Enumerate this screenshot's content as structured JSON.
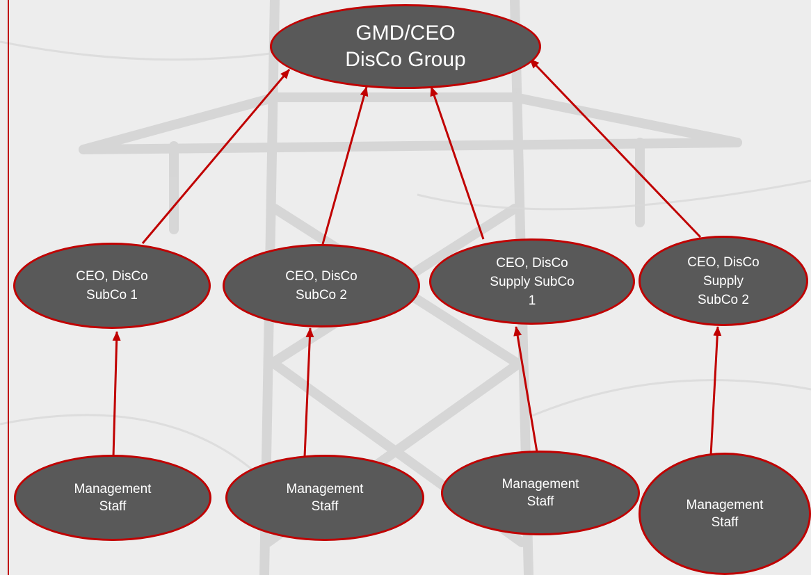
{
  "diagram": {
    "colors": {
      "node_fill": "#595959",
      "node_border": "#c00000",
      "arrow": "#c00000",
      "text": "#ffffff",
      "background": "#ededed"
    },
    "top_node": {
      "label": "GMD/CEO\nDisCo Group"
    },
    "subco_nodes": [
      {
        "label": "CEO, DisCo\nSubCo 1"
      },
      {
        "label": "CEO, DisCo\nSubCo 2"
      },
      {
        "label": "CEO, DisCo\nSupply SubCo\n1"
      },
      {
        "label": "CEO, DisCo\nSupply\nSubCo 2"
      }
    ],
    "staff_nodes": [
      {
        "label": "Management\nStaff"
      },
      {
        "label": "Management\nStaff"
      },
      {
        "label": "Management\nStaff"
      },
      {
        "label": "Management\nStaff"
      }
    ],
    "edges": [
      {
        "from": "CEO, DisCo SubCo 1",
        "to": "GMD/CEO DisCo Group"
      },
      {
        "from": "CEO, DisCo SubCo 2",
        "to": "GMD/CEO DisCo Group"
      },
      {
        "from": "CEO, DisCo Supply SubCo 1",
        "to": "GMD/CEO DisCo Group"
      },
      {
        "from": "CEO, DisCo Supply SubCo 2",
        "to": "GMD/CEO DisCo Group"
      },
      {
        "from": "Management Staff",
        "to": "CEO, DisCo SubCo 1"
      },
      {
        "from": "Management Staff",
        "to": "CEO, DisCo SubCo 2"
      },
      {
        "from": "Management Staff",
        "to": "CEO, DisCo Supply SubCo 1"
      },
      {
        "from": "Management Staff",
        "to": "CEO, DisCo Supply SubCo 2"
      }
    ]
  }
}
